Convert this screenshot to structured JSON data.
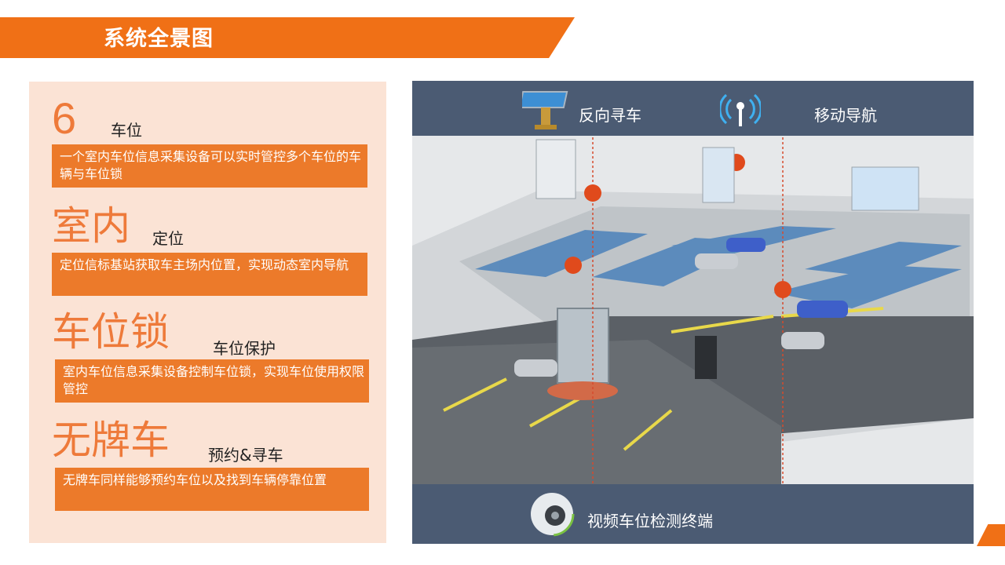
{
  "header": {
    "title": "系统全景图"
  },
  "features": [
    {
      "big": "6",
      "small": "车位",
      "desc": "一个室内车位信息采集设备可以实时管控多个车位的车辆与车位锁"
    },
    {
      "big": "室内",
      "small": "定位",
      "desc": "定位信标基站获取车主场内位置，实现动态室内导航"
    },
    {
      "big": "车位锁",
      "small": "车位保护",
      "desc": "室内车位信息采集设备控制车位锁，实现车位使用权限管控"
    },
    {
      "big": "无牌车",
      "small": "预约&寻车",
      "desc": "无牌车同样能够预约车位以及找到车辆停靠位置"
    }
  ],
  "scene": {
    "top_left_label": "反向寻车",
    "top_right_label": "移动导航",
    "bottom_label": "视频车位检测终端",
    "icons": [
      "kiosk-icon",
      "wireless-signal-icon",
      "camera-icon"
    ]
  },
  "colors": {
    "accent": "#f07016",
    "panel_bg": "#fbe3d5",
    "bar_bg": "#4b5b73"
  }
}
